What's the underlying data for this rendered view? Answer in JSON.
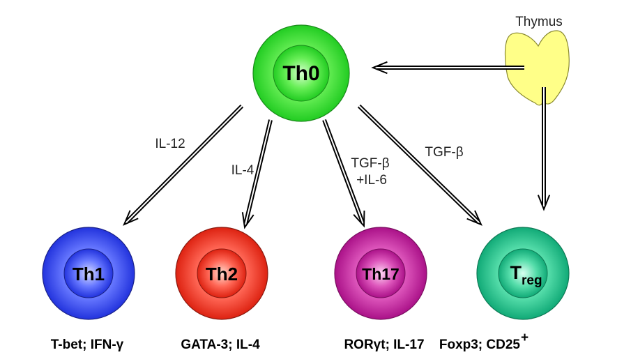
{
  "title": "Th0 differentiation diagram",
  "thymus": {
    "label": "Thymus",
    "color": "#ffff88"
  },
  "cells": {
    "th0": {
      "label": "Th0",
      "color": "#33dd33"
    },
    "th1": {
      "label": "Th1",
      "color": "#3344ee",
      "markers": "T-bet; IFN-γ"
    },
    "th2": {
      "label": "Th2",
      "color": "#ee3322",
      "markers": "GATA-3; IL-4"
    },
    "th17": {
      "label": "Th17",
      "color": "#cc2299",
      "markers": "RORγt; IL-17"
    },
    "treg": {
      "label": "T",
      "sub": "reg",
      "color": "#22bb88",
      "markers": "Foxp3; CD25",
      "markers_sup": "+"
    }
  },
  "cytokines": {
    "th1": "IL-12",
    "th2": "IL-4",
    "th17_line1": "TGF-β",
    "th17_line2": "+IL-6",
    "treg": "TGF-β"
  }
}
